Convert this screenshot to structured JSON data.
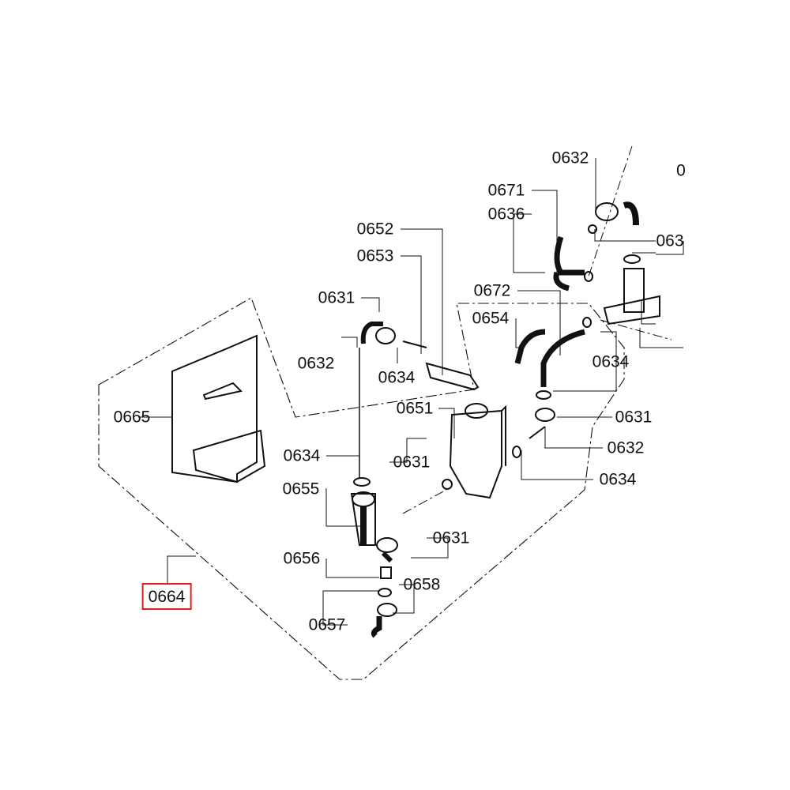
{
  "diagram": {
    "highlight_color": "#e0201e",
    "labels": [
      {
        "id": "l1",
        "text": "0632"
      },
      {
        "id": "l2",
        "text": "0671"
      },
      {
        "id": "l3",
        "text": "0636"
      },
      {
        "id": "l4",
        "text": "063"
      },
      {
        "id": "l5",
        "text": "0"
      },
      {
        "id": "l6",
        "text": "0652"
      },
      {
        "id": "l7",
        "text": "0653"
      },
      {
        "id": "l8",
        "text": "0631"
      },
      {
        "id": "l9",
        "text": "0632"
      },
      {
        "id": "l10",
        "text": "0634"
      },
      {
        "id": "l11",
        "text": "0672"
      },
      {
        "id": "l12",
        "text": "0654"
      },
      {
        "id": "l13",
        "text": "0634"
      },
      {
        "id": "l14",
        "text": "0665"
      },
      {
        "id": "l15",
        "text": "0651"
      },
      {
        "id": "l16",
        "text": "0631"
      },
      {
        "id": "l17",
        "text": "0632"
      },
      {
        "id": "l18",
        "text": "0634"
      },
      {
        "id": "l19",
        "text": "0631"
      },
      {
        "id": "l20",
        "text": "0634"
      },
      {
        "id": "l21",
        "text": "0655"
      },
      {
        "id": "l22",
        "text": "0631"
      },
      {
        "id": "l23",
        "text": "0656"
      },
      {
        "id": "l24",
        "text": "0658"
      },
      {
        "id": "l25",
        "text": "0664"
      },
      {
        "id": "l26",
        "text": "0657"
      }
    ]
  }
}
